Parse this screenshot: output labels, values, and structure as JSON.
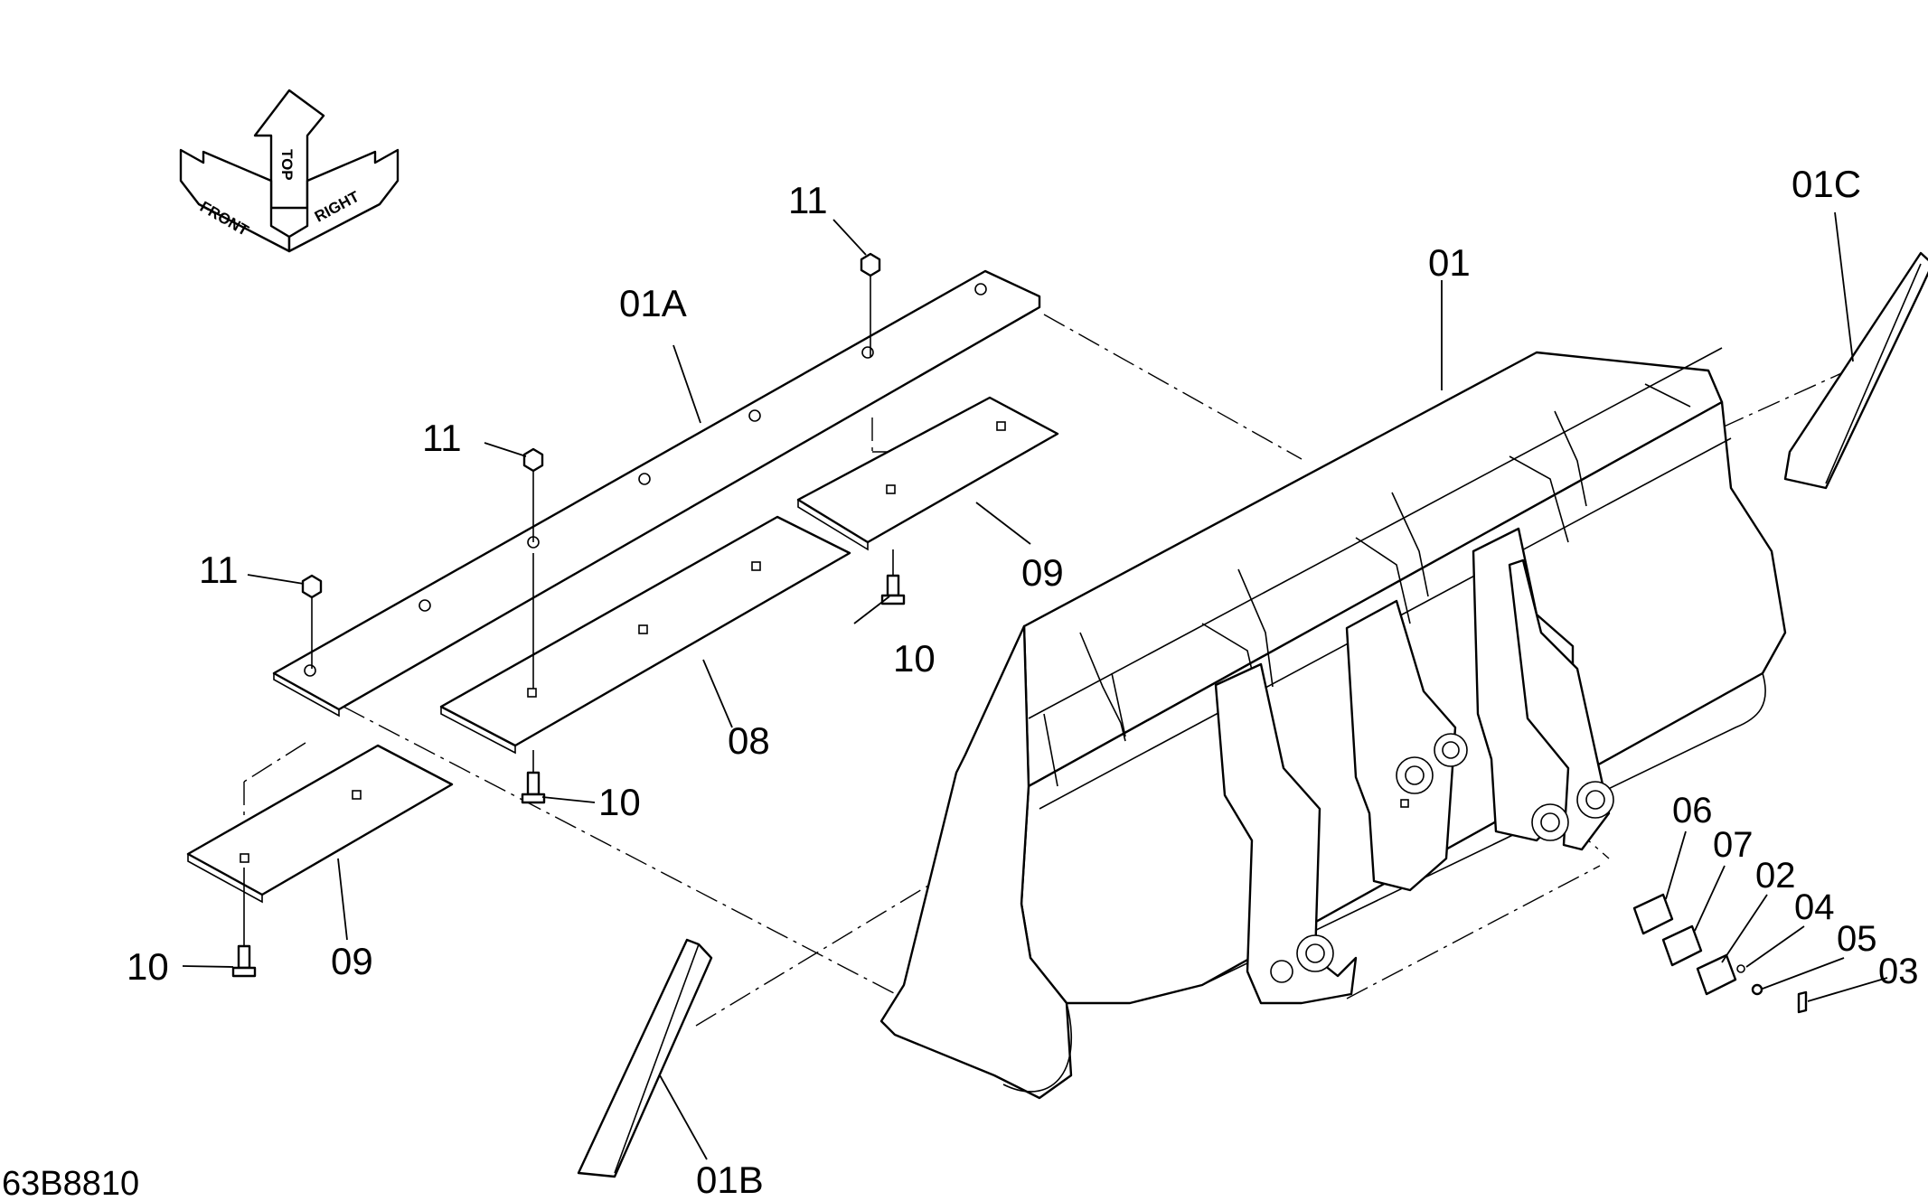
{
  "orientation": {
    "front": "FRONT",
    "top": "TOP",
    "right": "RIGHT"
  },
  "drawing_number": "63B8810",
  "callouts": {
    "c01": "01",
    "c01A": "01A",
    "c01B": "01B",
    "c01C": "01C",
    "c02": "02",
    "c03": "03",
    "c04": "04",
    "c05": "05",
    "c06": "06",
    "c07": "07",
    "c08": "08",
    "c09_top": "09",
    "c09_bottom": "09",
    "c10_mid": "10",
    "c10_center": "10",
    "c10_left": "10",
    "c11_top": "11",
    "c11_mid": "11",
    "c11_left": "11"
  }
}
